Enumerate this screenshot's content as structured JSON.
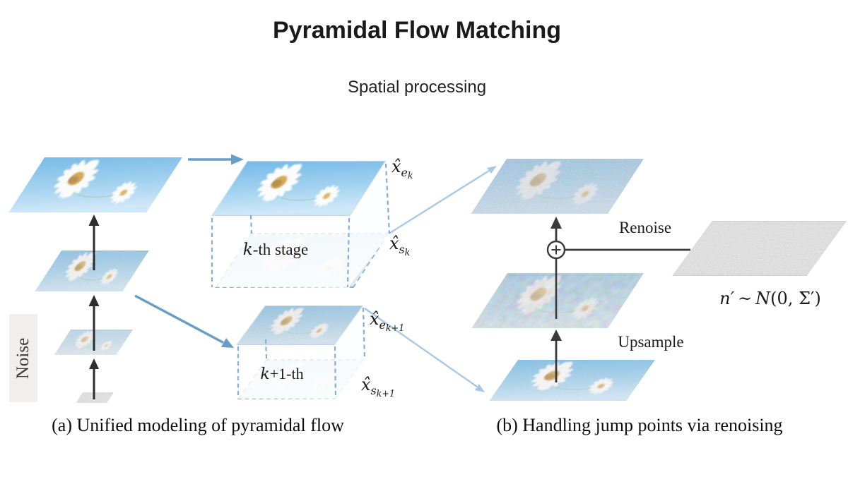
{
  "header": {
    "title": "Pyramidal Flow Matching",
    "subtitle": "Spatial processing"
  },
  "panel_a": {
    "noise_label": "Noise",
    "stage_k_label": {
      "k": "k",
      "rest": "-th stage"
    },
    "stage_k1_label": {
      "k": "k",
      "rest": "+1-th"
    },
    "math": {
      "x_e_k": {
        "base": "x̂",
        "sub": "e",
        "inner": "k"
      },
      "x_s_k": {
        "base": "x̂",
        "sub": "s",
        "inner": "k"
      },
      "x_e_k1": {
        "base": "x̂",
        "sub": "e",
        "inner": "k+1"
      },
      "x_s_k1": {
        "base": "x̂",
        "sub": "s",
        "inner": "k+1"
      }
    },
    "caption": "(a) Unified modeling of pyramidal flow"
  },
  "panel_b": {
    "renoise_label": "Renoise",
    "upsample_label": "Upsample",
    "noise_formula": {
      "lhs": "n′",
      "relation": "~",
      "dist": "N",
      "args": "(0, Σ′)"
    },
    "caption": "(b) Handling jump points via renoising"
  },
  "icons": {
    "plus_circle": "⊕",
    "up_arrow": "↑",
    "right_arrow": "→"
  },
  "colors": {
    "arrow_black": "#2e2e2e",
    "arrow_dark": "#3a3a3a",
    "arrow_blue": "#6b9cc6",
    "arrow_lightblue": "#a9c8e8",
    "box_dash": "#84aede",
    "noise_box_bg": "#f0efee"
  }
}
